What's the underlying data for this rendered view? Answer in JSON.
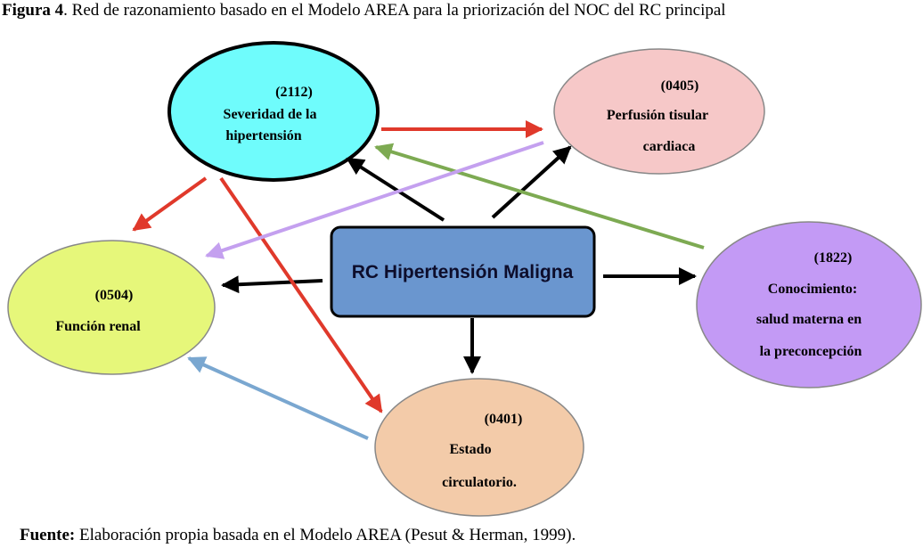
{
  "caption": {
    "label": "Figura 4",
    "text": ". Red de razonamiento basado en el Modelo AREA para la priorización del NOC del RC principal"
  },
  "center": {
    "label": "RC Hipertensión Maligna"
  },
  "nodes": {
    "n2112": {
      "code": "(2112)",
      "line1": "Severidad de la",
      "line2": "hipertensión",
      "color": "#6ffcfc"
    },
    "n0405": {
      "code": "(0405)",
      "line1": "Perfusión tisular",
      "line2": "cardiaca",
      "color": "#f6c8c8"
    },
    "n0504": {
      "code": "(0504)",
      "line1": "Función renal",
      "color": "#e6f77a"
    },
    "n1822": {
      "code": "(1822)",
      "line1": "Conocimiento:",
      "line2": "salud materna en",
      "line3": "la preconcepción",
      "color": "#c39af5"
    },
    "n0401": {
      "code": "(0401)",
      "line1": "Estado",
      "line2": "circulatorio.",
      "color": "#f3cba9"
    }
  },
  "colors": {
    "center_fill": "#6a96cf",
    "black_arrow": "#000000",
    "red_arrow": "#e0392b",
    "green_arrow": "#7daa52",
    "lilac_arrow": "#c4a0ef",
    "blue_arrow": "#7aa7d0"
  },
  "footer": {
    "label": "Fuente:",
    "text": " Elaboración propia basada en el Modelo AREA (Pesut & Herman, 1999)."
  }
}
